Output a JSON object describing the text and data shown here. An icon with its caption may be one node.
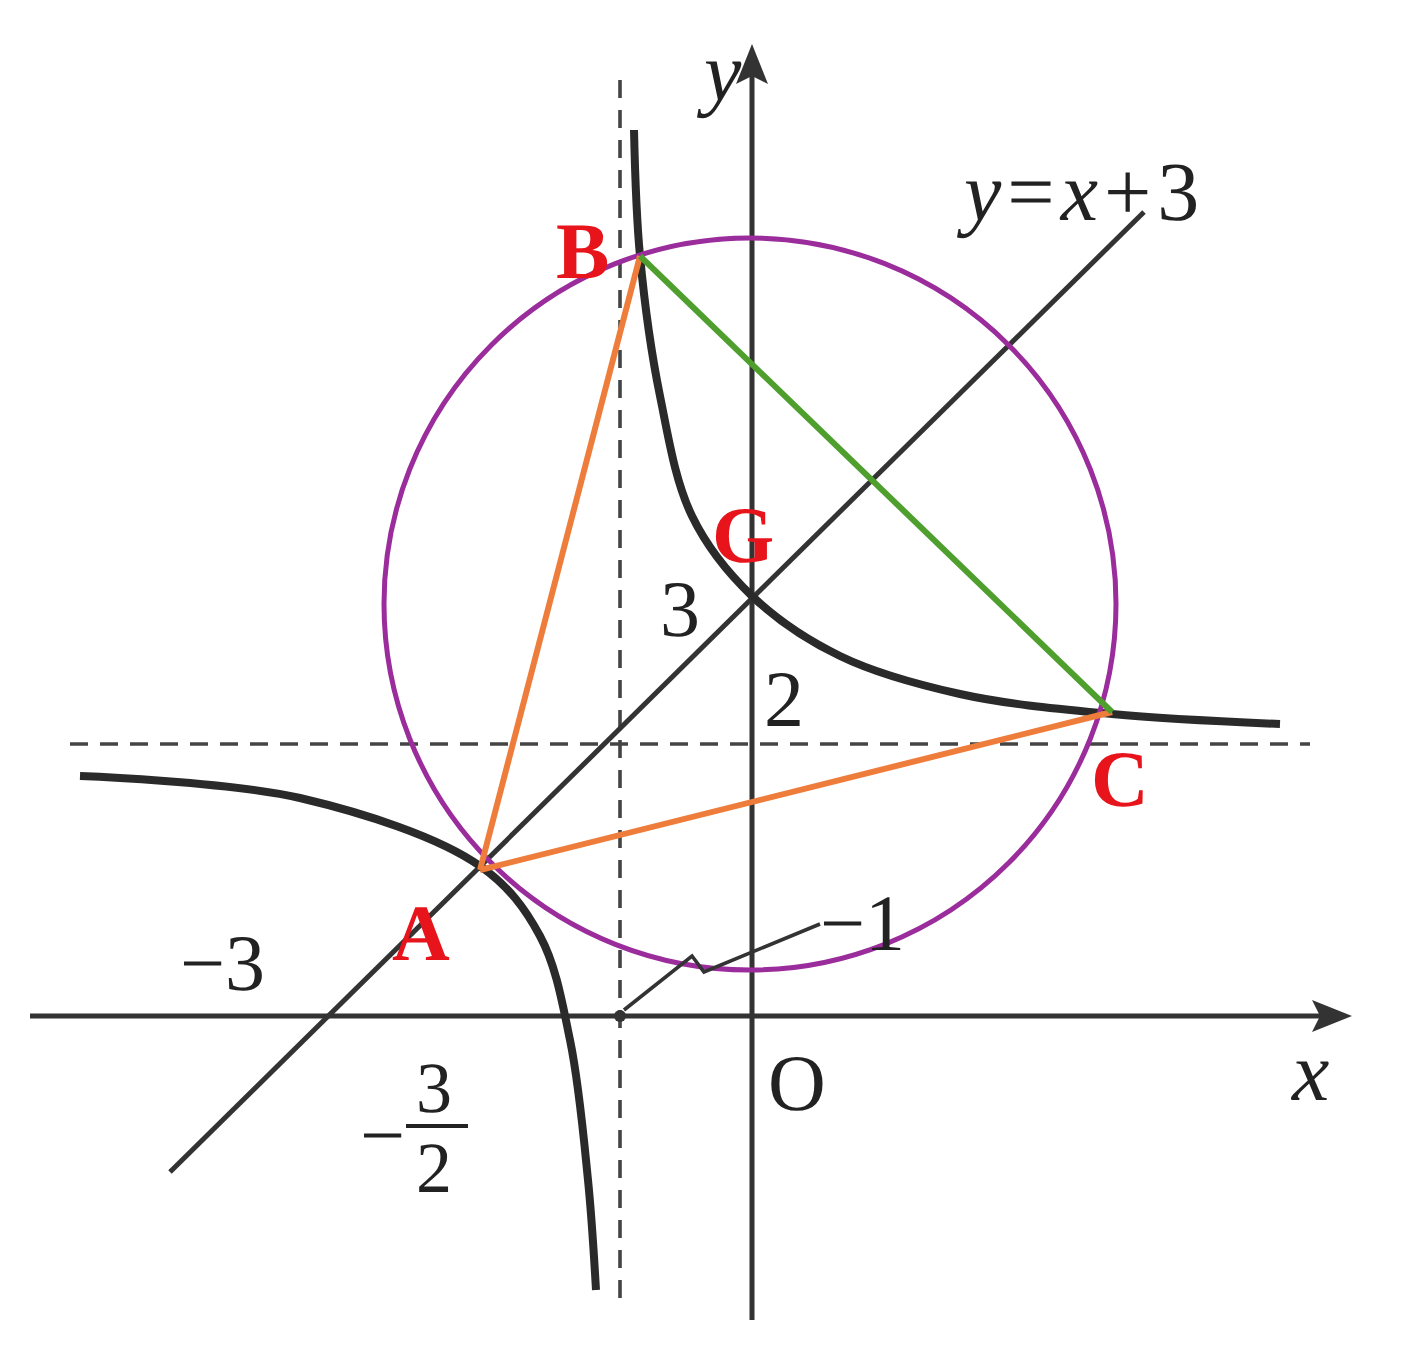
{
  "diagram": {
    "nodes": [
      {
        "text": [
          "B"
        ]
      },
      {
        "text": [
          "A"
        ]
      },
      {
        "text": [
          "C"
        ]
      },
      {
        "text": [
          "−1"
        ]
      },
      {
        "text": [],
        "shape": "point"
      }
    ],
    "edges": [
      {
        "from": 0,
        "to": 1,
        "arrow": "none",
        "color": "#ee7d3b"
      },
      {
        "from": 1,
        "to": 2,
        "arrow": "none",
        "color": "#ee7d3b"
      },
      {
        "from": 0,
        "to": 2,
        "arrow": "none",
        "color": "#4f9f2f"
      },
      {
        "from": 3,
        "to": 4,
        "arrow": "none",
        "color": "#333333"
      }
    ],
    "labels": [
      "*y*",
      "*y*=*x*+3",
      "G",
      "3",
      "2",
      "−3",
      "O",
      "*x*",
      "−",
      "3",
      "2"
    ]
  }
}
